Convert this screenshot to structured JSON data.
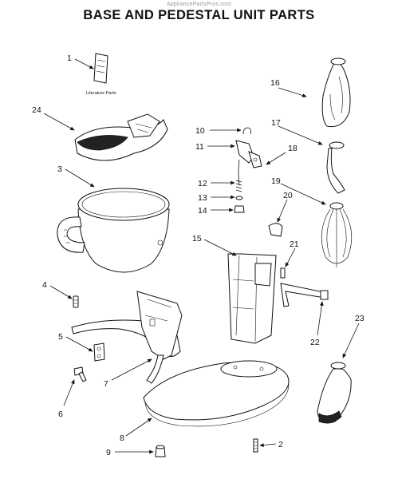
{
  "watermark": "AppliancePartsPros.com",
  "title": "BASE AND PEDESTAL UNIT PARTS",
  "literature_label": "Literature Parts",
  "callouts": [
    "1",
    "2",
    "3",
    "4",
    "5",
    "6",
    "7",
    "8",
    "9",
    "10",
    "11",
    "12",
    "13",
    "14",
    "15",
    "16",
    "17",
    "18",
    "19",
    "20",
    "21",
    "22",
    "23",
    "24"
  ]
}
